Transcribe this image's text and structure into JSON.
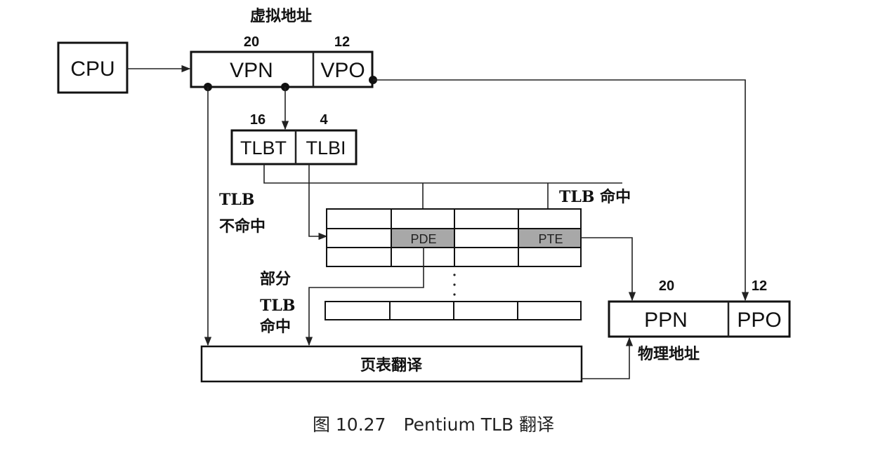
{
  "labels": {
    "virtual_address": "虚拟地址",
    "cpu": "CPU",
    "vpn": "VPN",
    "vpo": "VPO",
    "vpn_bits": "20",
    "vpo_bits": "12",
    "tlbt": "TLBT",
    "tlbi": "TLBI",
    "tlbt_bits": "16",
    "tlbi_bits": "4",
    "tlb_miss": [
      "TLB",
      "不命中"
    ],
    "tlb_hit": "TLB 命中",
    "partial_tlb_hit": [
      "部分",
      "TLB",
      "命中"
    ],
    "pde": "PDE",
    "pte": "PTE",
    "page_table_translation": "页表翻译",
    "ppn": "PPN",
    "ppo": "PPO",
    "ppn_bits": "20",
    "ppo_bits": "12",
    "physical_address": "物理地址",
    "ellipsis": "·\n·\n·"
  },
  "caption": "图 10.27　Pentium TLB 翻译"
}
